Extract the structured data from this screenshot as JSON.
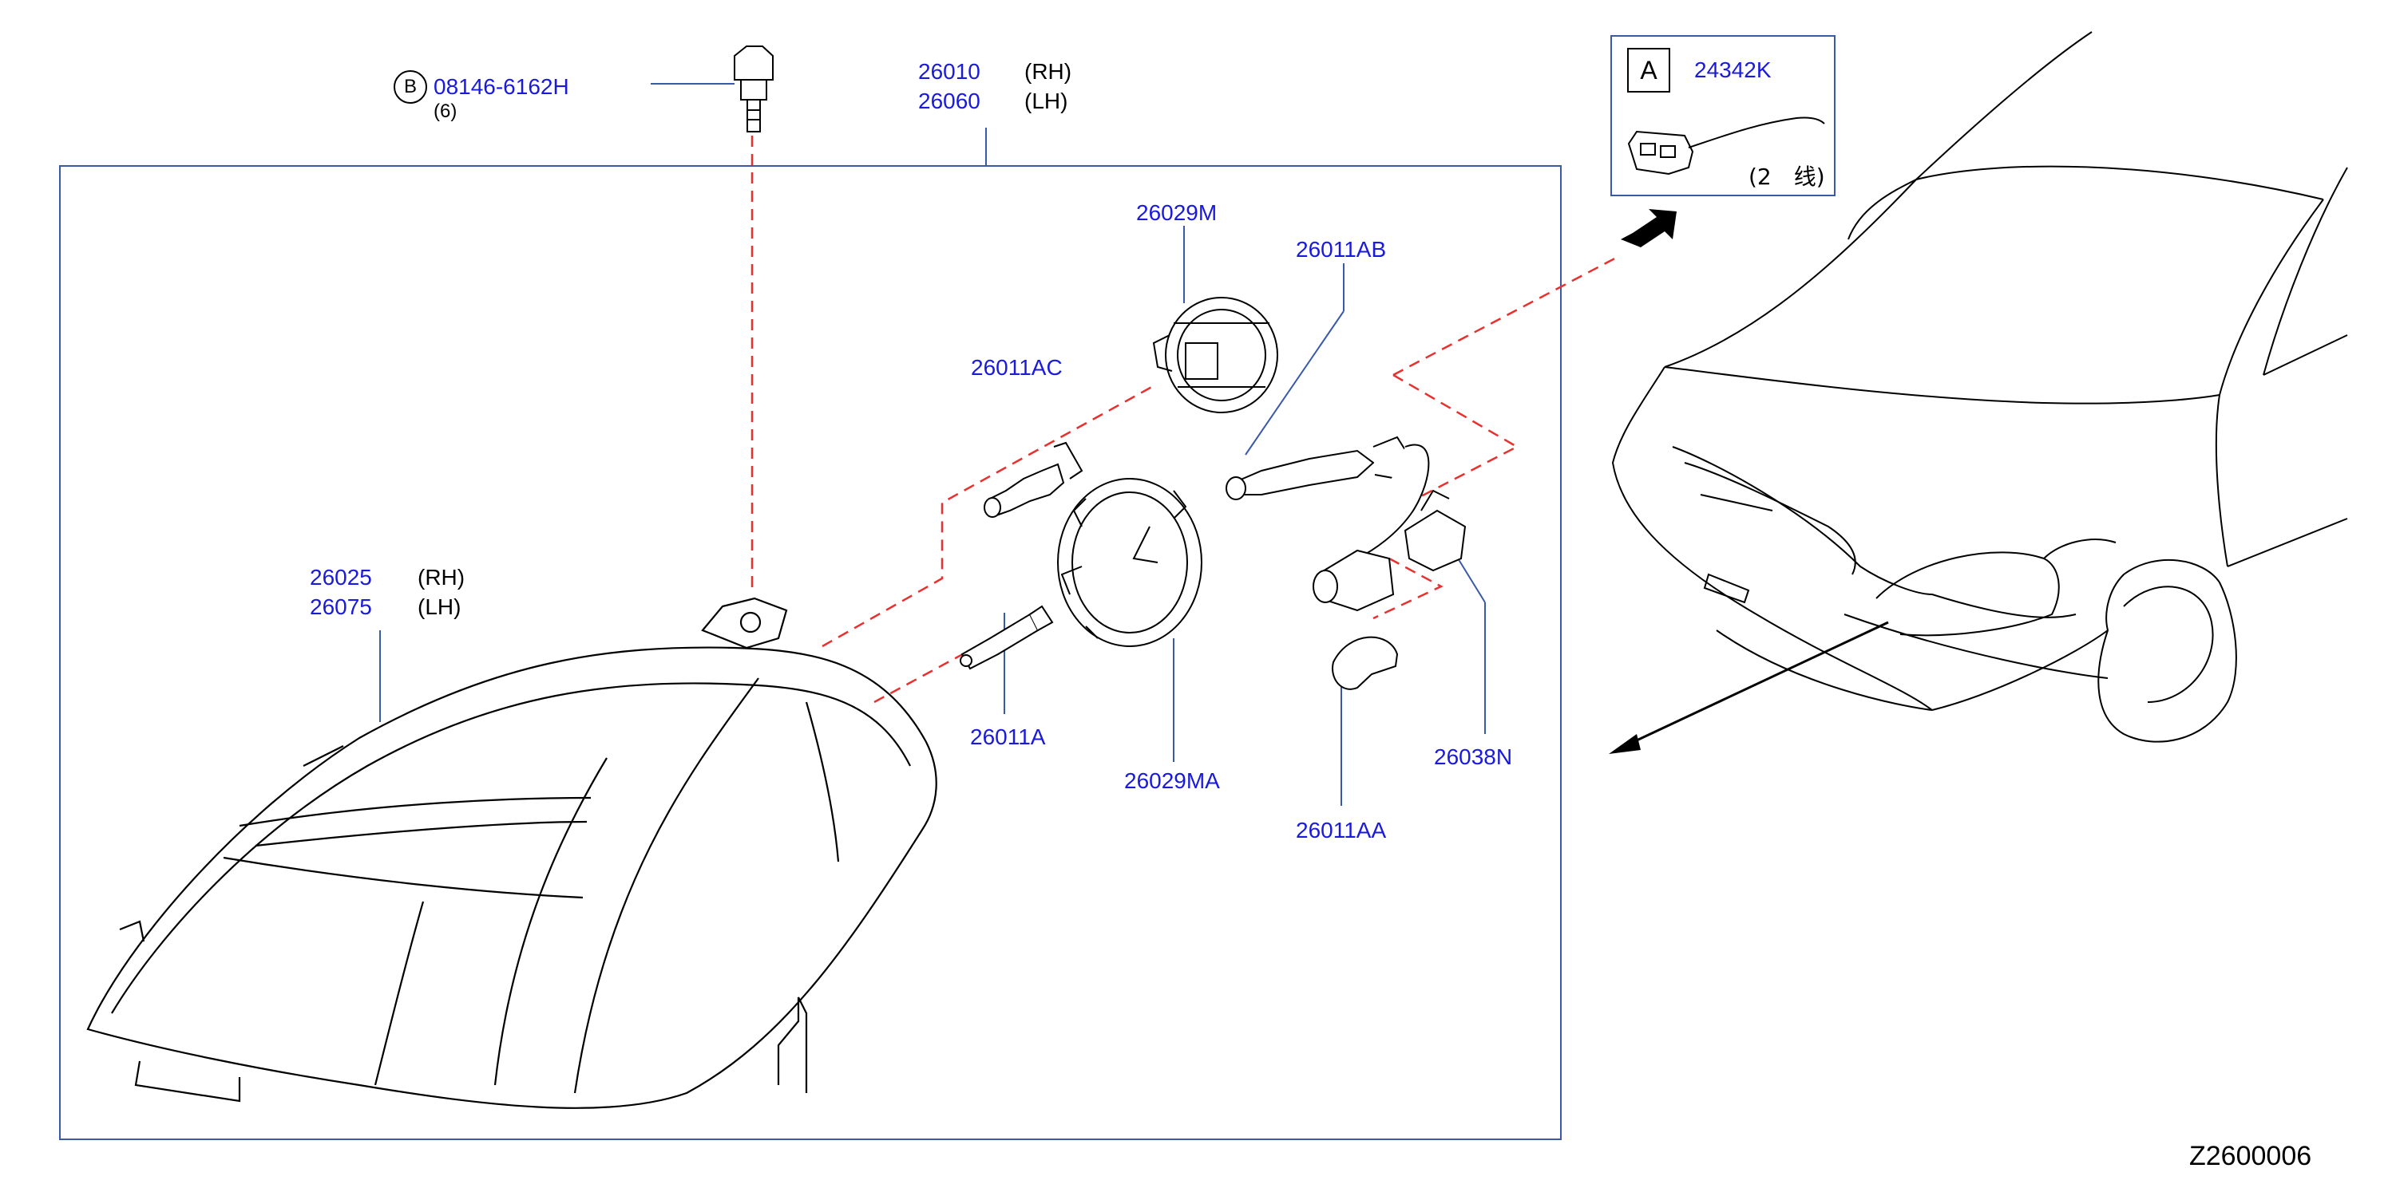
{
  "diagram": {
    "code": "Z2600006",
    "callouts": [
      {
        "id": "bolt",
        "circle": "B",
        "part": "08146-6162H",
        "qty": "(6)"
      },
      {
        "id": "housing-top",
        "parts": [
          "26010",
          "26060"
        ],
        "sides": [
          "(RH)",
          "(LH)"
        ]
      },
      {
        "id": "headlamp",
        "parts": [
          "26025",
          "26075"
        ],
        "sides": [
          "(RH)",
          "(LH)"
        ]
      },
      {
        "id": "cap-m",
        "part": "26029M"
      },
      {
        "id": "cap-ma",
        "part": "26029MA"
      },
      {
        "id": "bulb-ac",
        "part": "26011AC"
      },
      {
        "id": "bulb-ab",
        "part": "26011AB"
      },
      {
        "id": "bulb-a",
        "part": "26011A"
      },
      {
        "id": "bulb-aa",
        "part": "26011AA"
      },
      {
        "id": "socket-n",
        "part": "26038N"
      }
    ],
    "inset": {
      "letter": "A",
      "part": "24342K",
      "note": "(2　线)"
    },
    "colors": {
      "part_number": "#1a1adb",
      "frame": "#3a5aa8",
      "dashed": "#e8312f",
      "drawing": "#000000"
    }
  }
}
